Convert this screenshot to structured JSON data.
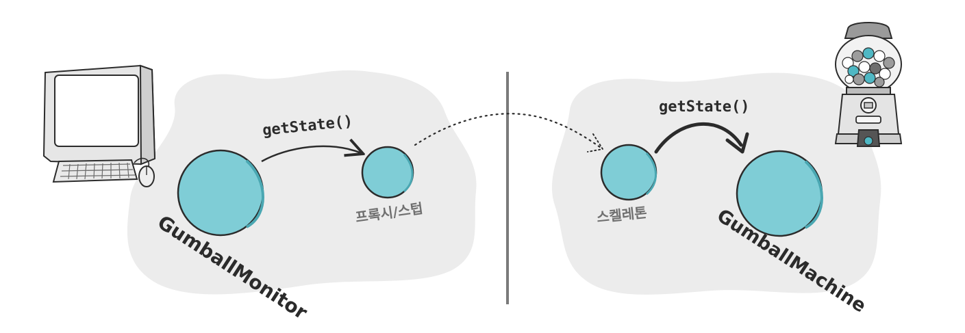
{
  "left": {
    "client_label": "GumballMonitor",
    "proxy_label": "프록시/스텁",
    "call_label": "getState()"
  },
  "right": {
    "skeleton_label": "스켈레톤",
    "service_label": "GumballMachine",
    "call_label": "getState()"
  },
  "colors": {
    "blob": "#ececec",
    "circle_fill": "#7fcdd6",
    "circle_stroke": "#2b2b2b",
    "divider": "#7a7a7a",
    "text": "#2b2b2b",
    "label_gray": "#6f6f6f",
    "gumball_teal": "#4fb8c4"
  },
  "icons": [
    "computer-icon",
    "keyboard-icon",
    "mouse-icon",
    "gumball-machine-icon"
  ]
}
